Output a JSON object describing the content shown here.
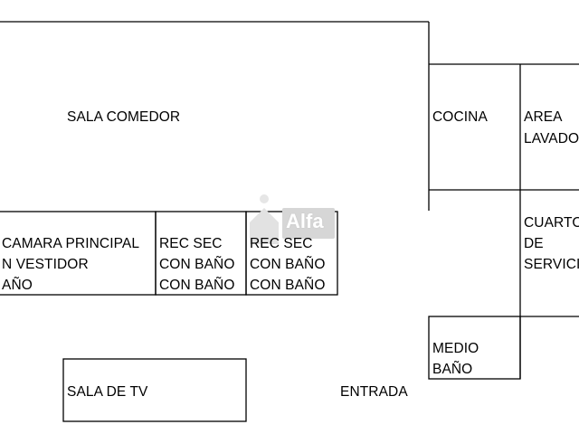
{
  "rooms": {
    "sala_comedor": "SALA COMEDOR",
    "cocina": "COCINA",
    "area_lavado": [
      "AREA",
      "LAVADO"
    ],
    "cuarto_servicio": [
      "CUARTO",
      "DE",
      "SERVICIO"
    ],
    "recamara_principal": [
      "CAMARA PRINCIPAL",
      "N VESTIDOR",
      "AÑO"
    ],
    "rec_sec_1": [
      "REC SEC",
      "CON BAÑO",
      "CON BAÑO"
    ],
    "rec_sec_2": [
      "REC SEC",
      "CON BAÑO",
      "CON BAÑO"
    ],
    "medio_bano": [
      "MEDIO",
      "BAÑO"
    ],
    "sala_tv": "SALA DE TV",
    "entrada": "ENTRADA"
  },
  "watermark": "Alfa",
  "colors": {
    "lines": "#000000",
    "background": "#ffffff",
    "watermark": "#d0d0d0"
  }
}
